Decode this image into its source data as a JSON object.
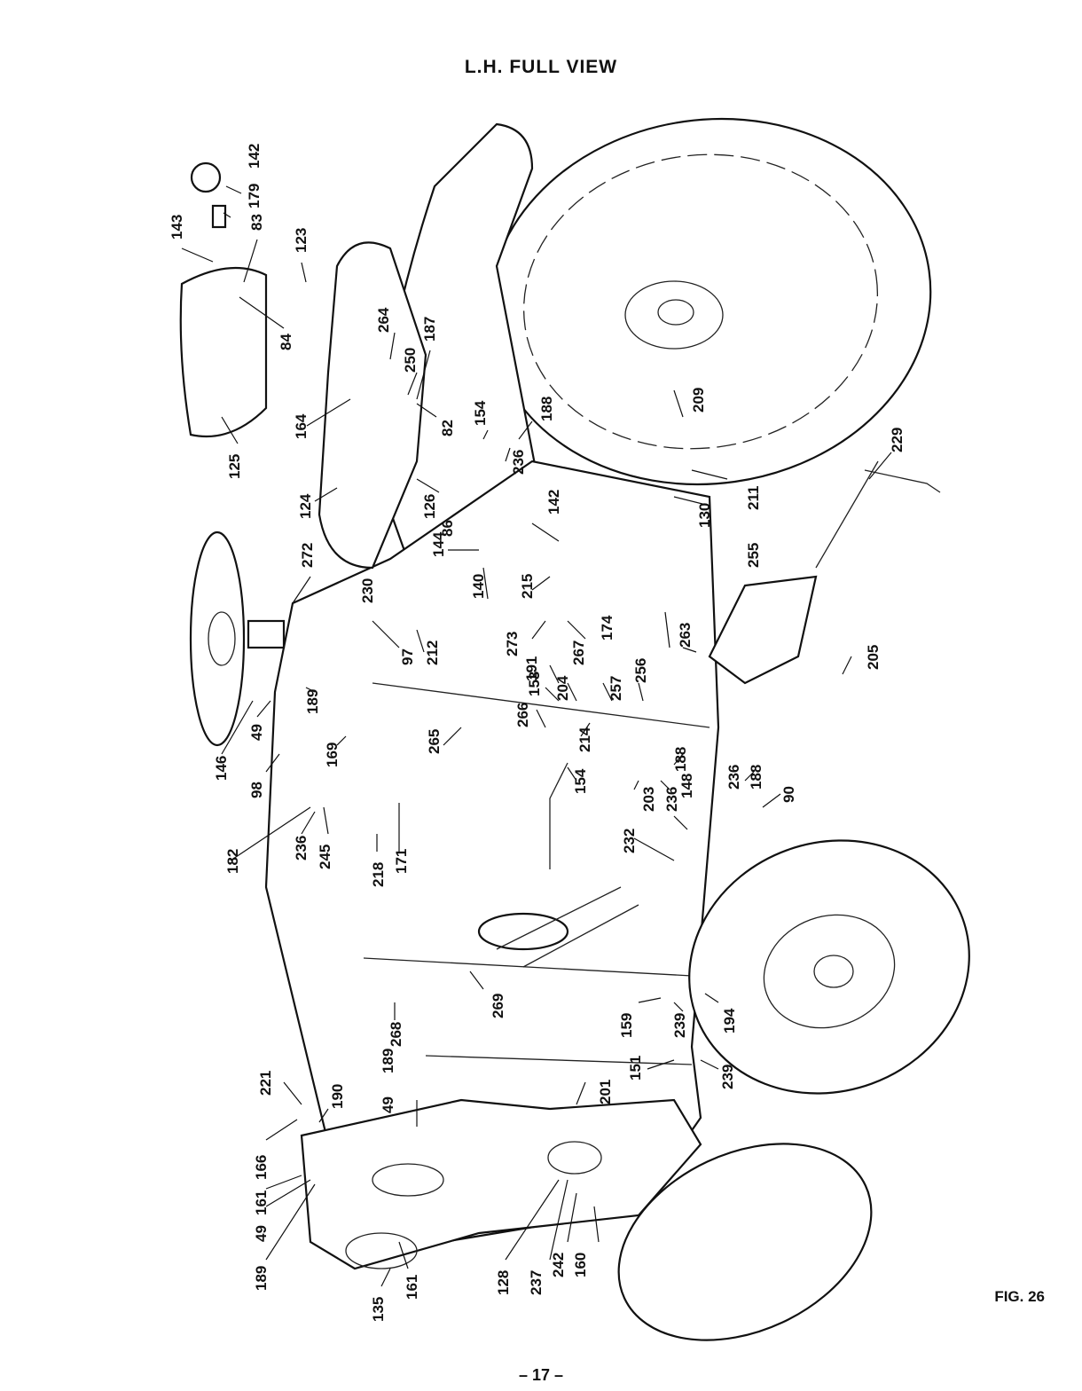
{
  "title": "L.H. FULL VIEW",
  "figure_label": "FIG. 26",
  "page_number": "– 17 –",
  "callouts": [
    {
      "text": "142"
    },
    {
      "text": "179"
    },
    {
      "text": "143"
    },
    {
      "text": "83"
    },
    {
      "text": "123"
    },
    {
      "text": "84"
    },
    {
      "text": "264"
    },
    {
      "text": "187"
    },
    {
      "text": "250"
    },
    {
      "text": "82"
    },
    {
      "text": "164"
    },
    {
      "text": "125"
    },
    {
      "text": "124"
    },
    {
      "text": "126"
    },
    {
      "text": "154"
    },
    {
      "text": "188"
    },
    {
      "text": "236"
    },
    {
      "text": "209"
    },
    {
      "text": "211"
    },
    {
      "text": "130"
    },
    {
      "text": "229"
    },
    {
      "text": "142"
    },
    {
      "text": "144"
    },
    {
      "text": "86"
    },
    {
      "text": "272"
    },
    {
      "text": "140"
    },
    {
      "text": "215"
    },
    {
      "text": "230"
    },
    {
      "text": "97"
    },
    {
      "text": "212"
    },
    {
      "text": "273"
    },
    {
      "text": "174"
    },
    {
      "text": "267"
    },
    {
      "text": "191"
    },
    {
      "text": "263"
    },
    {
      "text": "255"
    },
    {
      "text": "205"
    },
    {
      "text": "146"
    },
    {
      "text": "49"
    },
    {
      "text": "189"
    },
    {
      "text": "153"
    },
    {
      "text": "204"
    },
    {
      "text": "257"
    },
    {
      "text": "256"
    },
    {
      "text": "98"
    },
    {
      "text": "169"
    },
    {
      "text": "265"
    },
    {
      "text": "266"
    },
    {
      "text": "214"
    },
    {
      "text": "188"
    },
    {
      "text": "154"
    },
    {
      "text": "236"
    },
    {
      "text": "203"
    },
    {
      "text": "148"
    },
    {
      "text": "236"
    },
    {
      "text": "188"
    },
    {
      "text": "90"
    },
    {
      "text": "182"
    },
    {
      "text": "236"
    },
    {
      "text": "245"
    },
    {
      "text": "218"
    },
    {
      "text": "171"
    },
    {
      "text": "232"
    },
    {
      "text": "269"
    },
    {
      "text": "268"
    },
    {
      "text": "159"
    },
    {
      "text": "239"
    },
    {
      "text": "194"
    },
    {
      "text": "151"
    },
    {
      "text": "239"
    },
    {
      "text": "221"
    },
    {
      "text": "190"
    },
    {
      "text": "49"
    },
    {
      "text": "189"
    },
    {
      "text": "201"
    },
    {
      "text": "166"
    },
    {
      "text": "161"
    },
    {
      "text": "49"
    },
    {
      "text": "189"
    },
    {
      "text": "128"
    },
    {
      "text": "237"
    },
    {
      "text": "242"
    },
    {
      "text": "160"
    },
    {
      "text": "135"
    },
    {
      "text": "161"
    }
  ]
}
